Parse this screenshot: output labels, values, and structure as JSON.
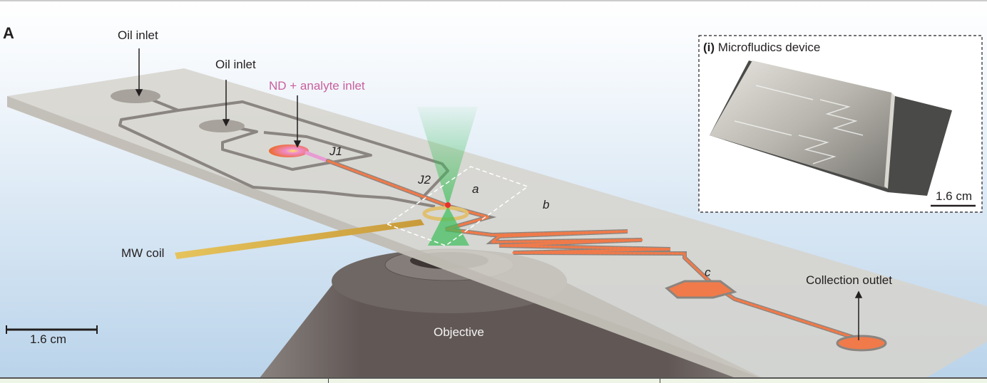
{
  "panel_label": "A",
  "labels": {
    "oil_inlet_1": "Oil inlet",
    "oil_inlet_2": "Oil inlet",
    "nd_inlet": "ND + analyte inlet",
    "j1": "J1",
    "j2": "J2",
    "region_a": "a",
    "region_b": "b",
    "region_c": "c",
    "mw_coil": "MW coil",
    "objective": "Objective",
    "collection_outlet": "Collection outlet"
  },
  "scale_bar": "1.6 cm",
  "inset": {
    "index": "(i)",
    "title": "Microfludics device",
    "scale_bar": "1.6 cm"
  },
  "colors": {
    "droplet": "#f07a4a",
    "nd_label": "#c9609e",
    "laser": "#3cbf5a",
    "coil": "#d9b24a"
  }
}
